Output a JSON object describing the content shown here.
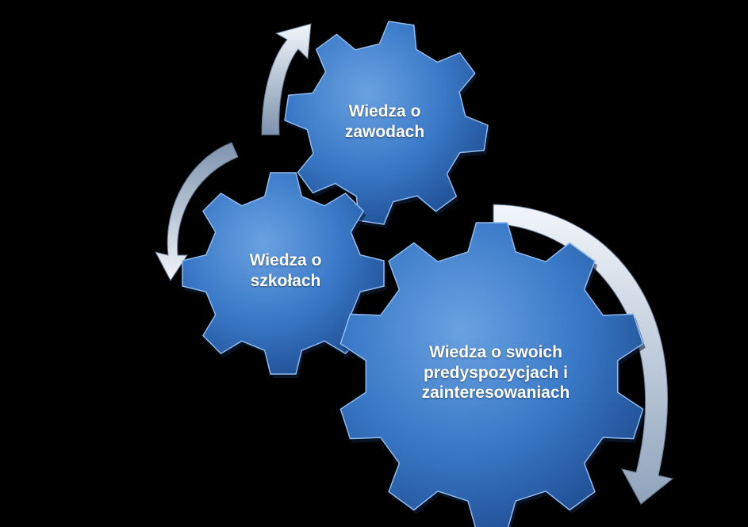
{
  "gears": {
    "top": {
      "label": "Wiedza o\nzawodach"
    },
    "left": {
      "label": "Wiedza o\nszkołach"
    },
    "big": {
      "label": "Wiedza o swoich\npredyspozycjach i\nzainteresowaniach"
    }
  },
  "colors": {
    "background": "#000000",
    "gear_light": "#6aa2e0",
    "gear_mid": "#3a79c8",
    "gear_dark": "#1f4f93",
    "arrow_light": "#f2f6fb",
    "arrow_dark": "#7d93ad"
  }
}
